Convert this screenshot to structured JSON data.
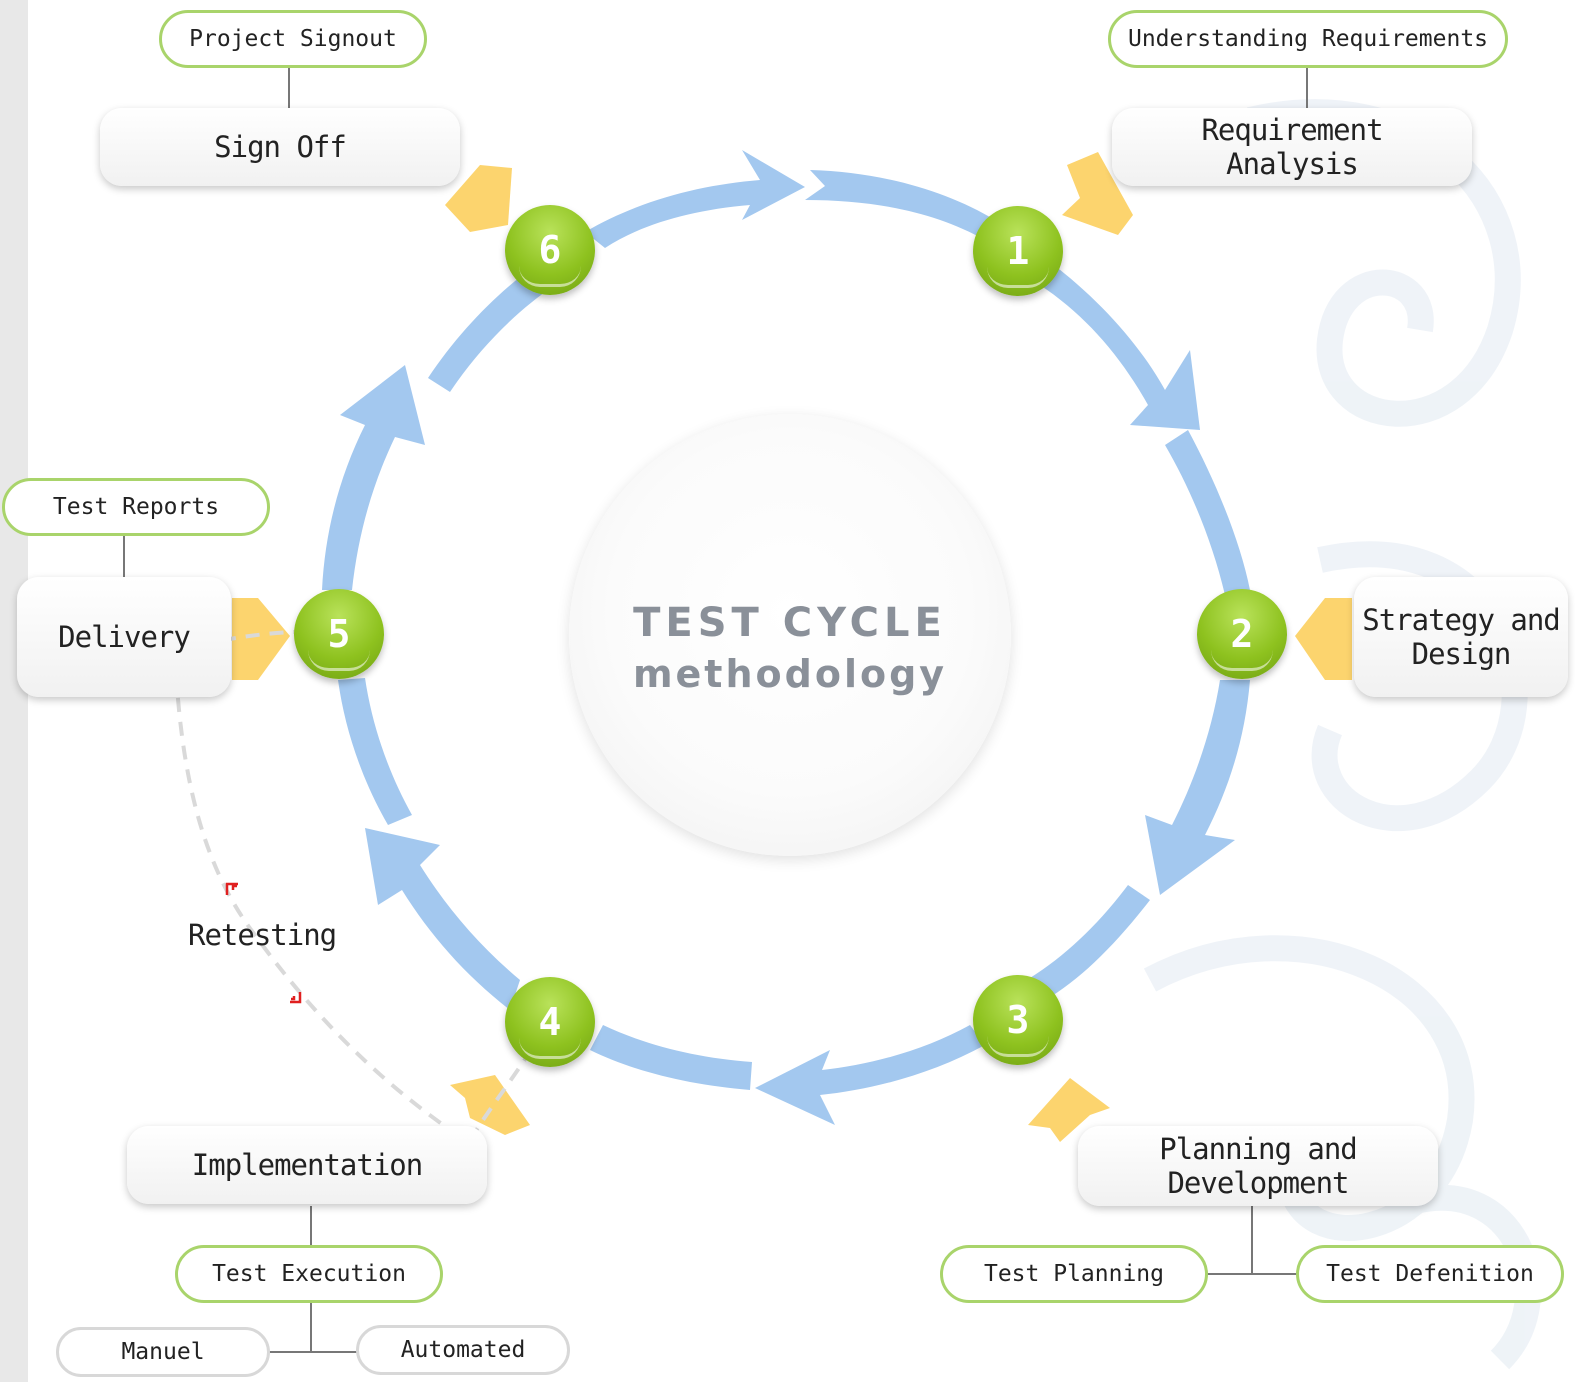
{
  "title": {
    "line1": "TEST CYCLE",
    "line2": "methodology"
  },
  "steps": [
    {
      "number": "1",
      "label": "Requirement\nAnalysis",
      "details": [
        "Understanding Requirements"
      ]
    },
    {
      "number": "2",
      "label": "Strategy and\nDesign",
      "details": []
    },
    {
      "number": "3",
      "label": "Planning and\nDevelopment",
      "details": [
        "Test Planning",
        "Test Defenition"
      ]
    },
    {
      "number": "4",
      "label": "Implementation",
      "details": [
        "Test Execution",
        "Manuel",
        "Automated"
      ]
    },
    {
      "number": "5",
      "label": "Delivery",
      "details": [
        "Test Reports"
      ]
    },
    {
      "number": "6",
      "label": "Sign Off",
      "details": [
        "Project Signout"
      ]
    }
  ],
  "retesting_label": "Retesting",
  "colors": {
    "ring": "#a3c8ef",
    "green": "#8ec21f",
    "pointer": "#fcd46e",
    "accent_red": "#e02020",
    "pill_border": "#a9d46b"
  }
}
